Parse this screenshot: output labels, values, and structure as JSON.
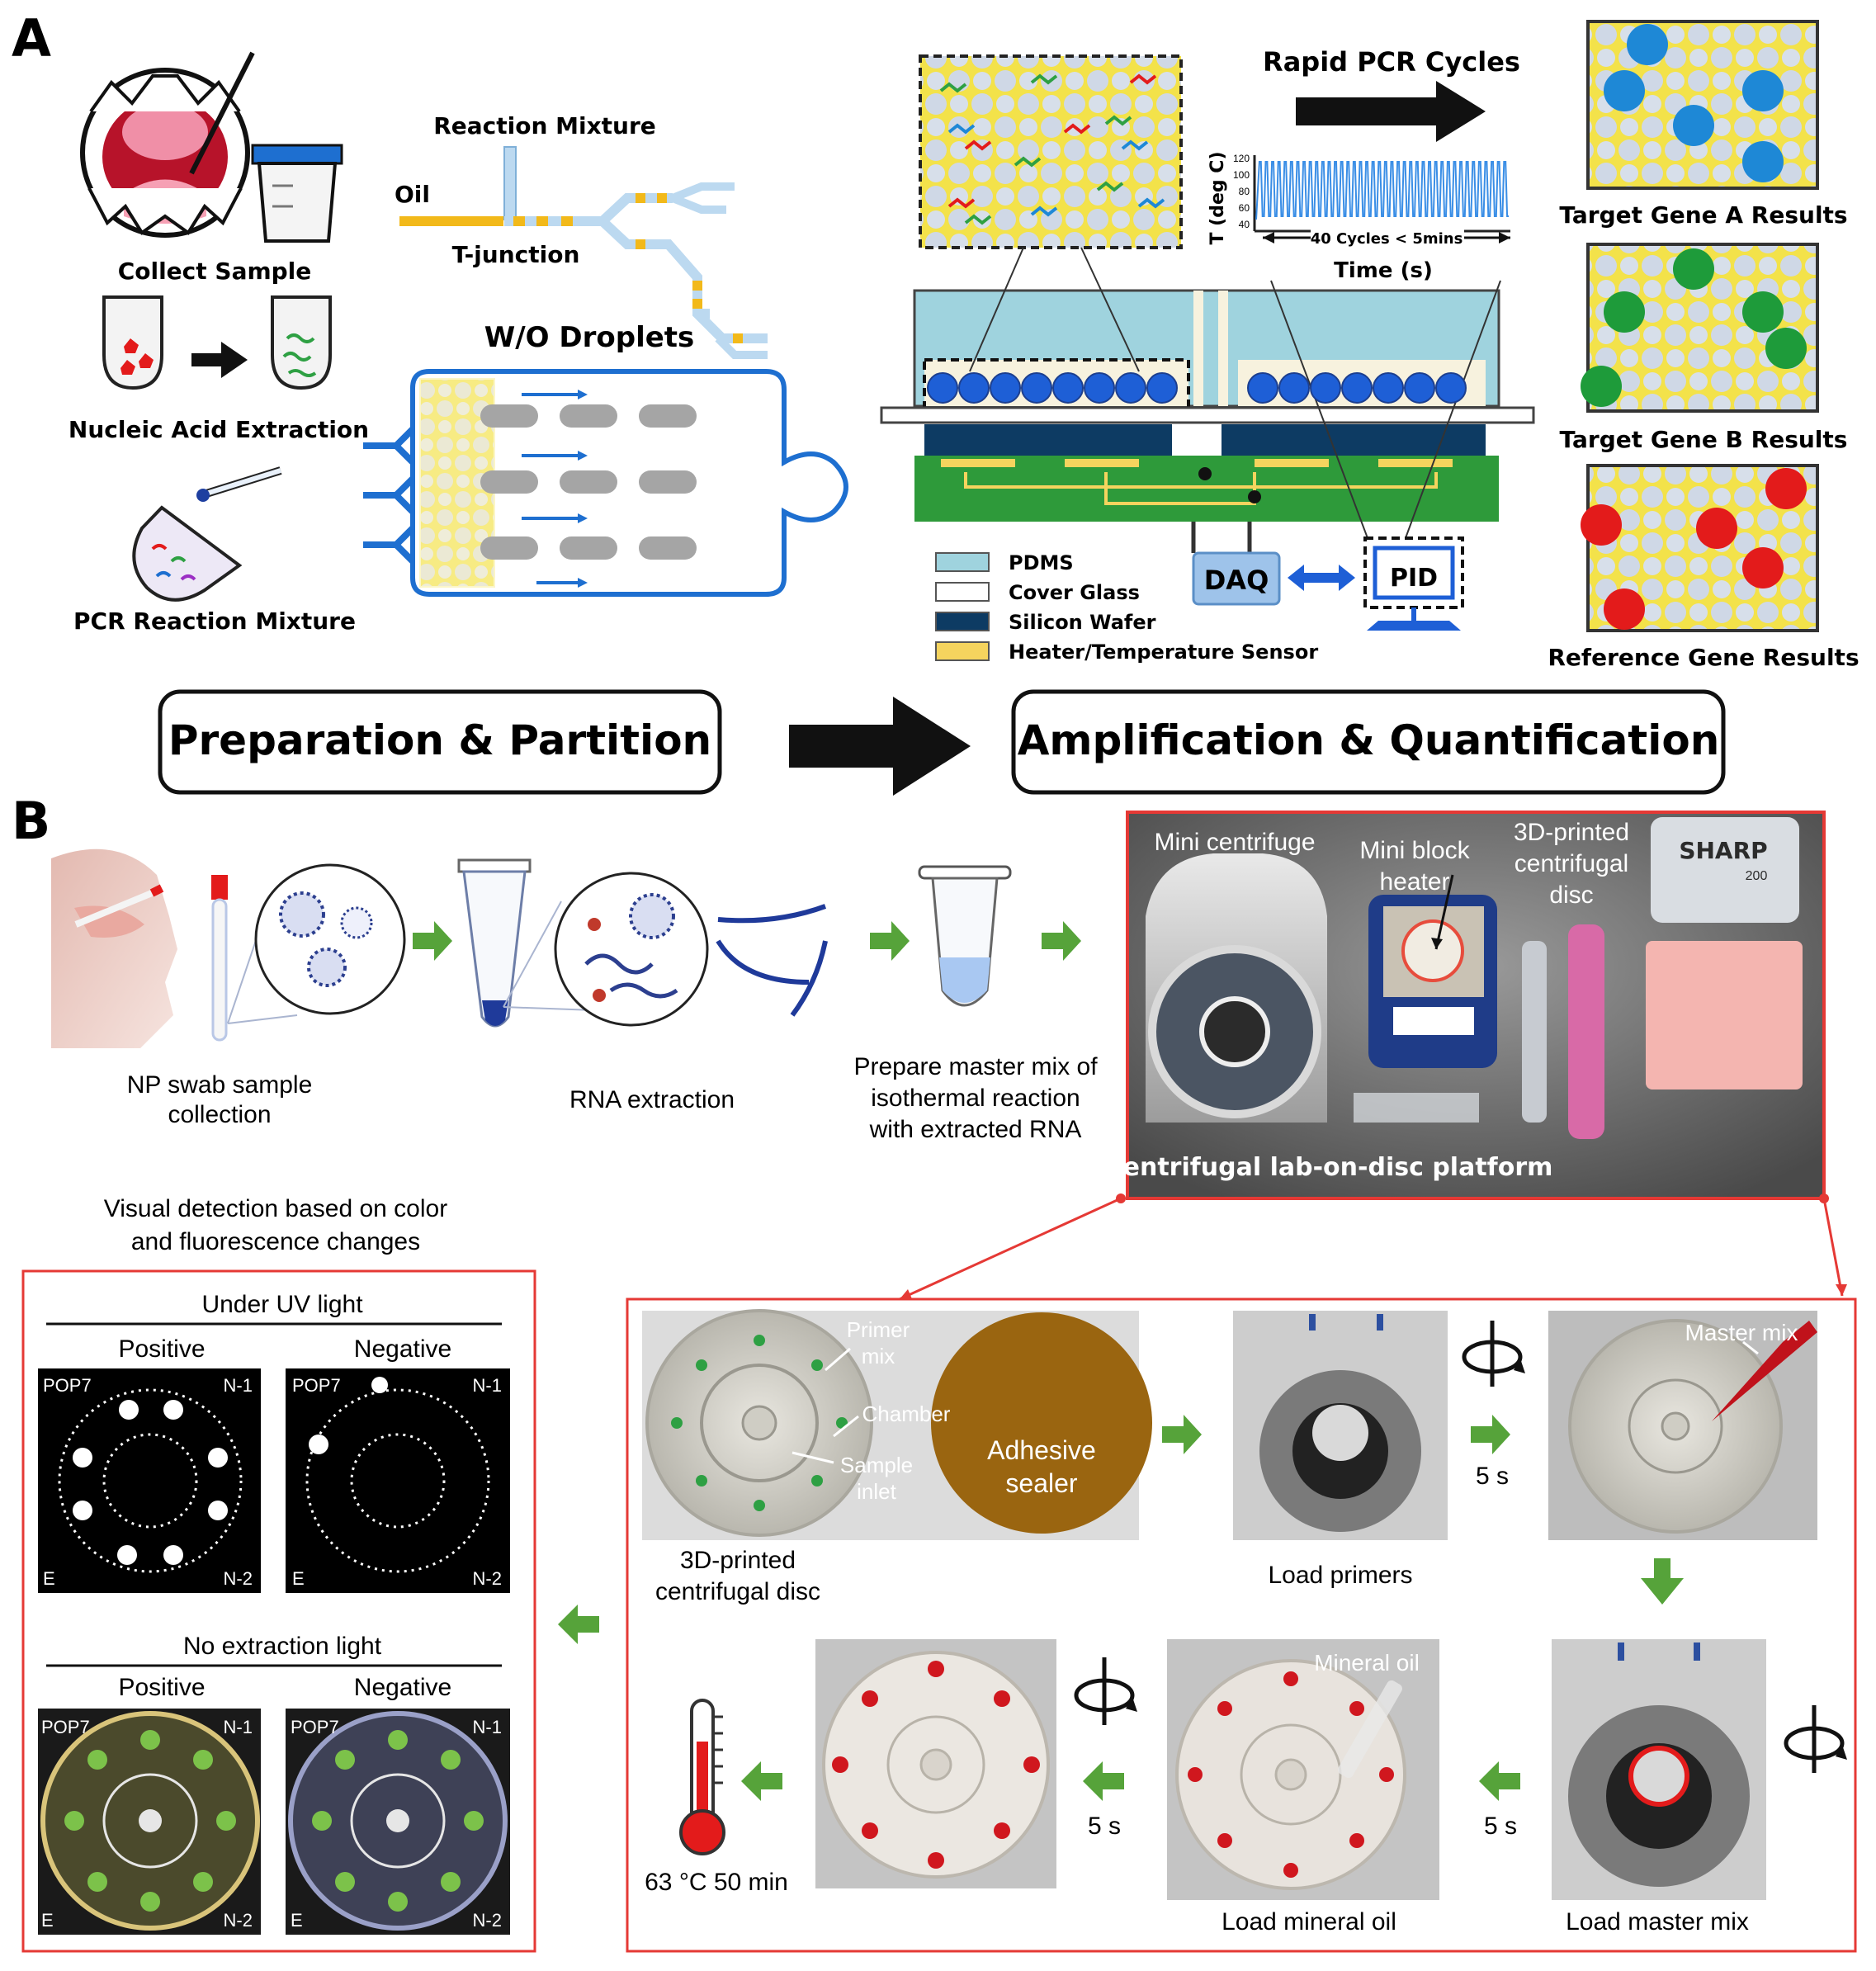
{
  "panel_a": {
    "letter": "A",
    "labels": {
      "collect": "Collect Sample",
      "extraction": "Nucleic Acid Extraction",
      "pcr_mix": "PCR Reaction Mixture",
      "reaction_mixture": "Reaction Mixture",
      "oil": "Oil",
      "tjunction": "T-junction",
      "droplets": "W/O Droplets",
      "rapid_pcr": "Rapid PCR Cycles",
      "y_axis": "T (deg C)",
      "cycles": "40 Cycles < 5mins",
      "x_axis": "Time (s)",
      "daq": "DAQ",
      "pid": "PID"
    },
    "y_ticks": [
      "120",
      "100",
      "80",
      "60",
      "40"
    ],
    "legend": [
      {
        "label": "PDMS",
        "color": "#9fd3de"
      },
      {
        "label": "Cover Glass",
        "color": "#ffffff"
      },
      {
        "label": "Silicon Wafer",
        "color": "#0d3b63"
      },
      {
        "label": "Heater/Temperature Sensor",
        "color": "#f5d45e"
      }
    ],
    "results": [
      {
        "label": "Target Gene A Results",
        "color": "#1e88d6"
      },
      {
        "label": "Target Gene B Results",
        "color": "#1e9b3a"
      },
      {
        "label": "Reference Gene Results",
        "color": "#e31b1b"
      }
    ],
    "stage1": "Preparation & Partition",
    "stage2": "Amplification & Quantification"
  },
  "panel_b": {
    "letter": "B",
    "labels": {
      "np_swab": "NP swab sample",
      "np_swab2": "collection",
      "rna": "RNA extraction",
      "master1": "Prepare master mix of",
      "master2": "isothermal reaction",
      "master3": "with extracted RNA",
      "centrifuge": "Mini centrifuge",
      "block1": "Mini block",
      "block2": "heater",
      "disc_a": "3D-printed",
      "disc_b": "centrifugal",
      "disc_c": "disc",
      "sharp": "SHARP",
      "sharp_num": "200",
      "platform": "Centrifugal lab-on-disc platform",
      "visual1": "Visual detection based on color",
      "visual2": "and fluorescence changes",
      "uv": "Under UV light",
      "positive": "Positive",
      "negative": "Negative",
      "no_ext": "No extraction light",
      "pop7": "POP7",
      "n1": "N-1",
      "n2": "N-2",
      "e": "E",
      "primer1": "Primer",
      "primer2": "mix",
      "chamber": "Chamber",
      "sample1": "Sample",
      "sample2": "inlet",
      "adhesive1": "Adhesive",
      "adhesive2": "sealer",
      "disc_cap1": "3D-printed",
      "disc_cap2": "centrifugal disc",
      "load_primers": "Load primers",
      "five_s": "5 s",
      "master_mix": "Master mix",
      "mineral_oil": "Mineral oil",
      "load_mineral": "Load mineral oil",
      "load_master": "Load master mix",
      "temp": "63 °C 50 min"
    }
  }
}
